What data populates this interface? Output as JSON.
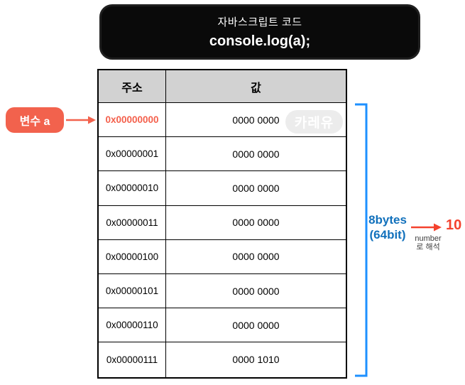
{
  "code_box": {
    "title": "자바스크립트 코드",
    "code": "console.log(a);"
  },
  "variable_badge": {
    "label": "변수 a"
  },
  "memory_table": {
    "headers": [
      "주소",
      "값"
    ],
    "rows": [
      {
        "address": "0x00000000",
        "value": "0000 0000",
        "highlight": true
      },
      {
        "address": "0x00000001",
        "value": "0000 0000",
        "highlight": false
      },
      {
        "address": "0x00000010",
        "value": "0000 0000",
        "highlight": false
      },
      {
        "address": "0x00000011",
        "value": "0000 0000",
        "highlight": false
      },
      {
        "address": "0x00000100",
        "value": "0000 0000",
        "highlight": false
      },
      {
        "address": "0x00000101",
        "value": "0000 0000",
        "highlight": false
      },
      {
        "address": "0x00000110",
        "value": "0000 0000",
        "highlight": false
      },
      {
        "address": "0x00000111",
        "value": "0000 1010",
        "highlight": false
      }
    ]
  },
  "watermark": {
    "label": "카레유"
  },
  "annotation": {
    "size_line1": "8bytes",
    "size_line2": "(64bit)",
    "result_value": "10",
    "interpret_line1": "number",
    "interpret_line2": "로 해석"
  },
  "colors": {
    "badge_salmon": "#f2624d",
    "highlight_red": "#f4604c",
    "arrow_red": "#f4422e",
    "bracket_blue": "#1e90ff",
    "label_blue": "#1271bc",
    "header_gray": "#d2d2d2",
    "code_box_black": "#0a0a0a",
    "watermark_gray": "#ececec"
  }
}
